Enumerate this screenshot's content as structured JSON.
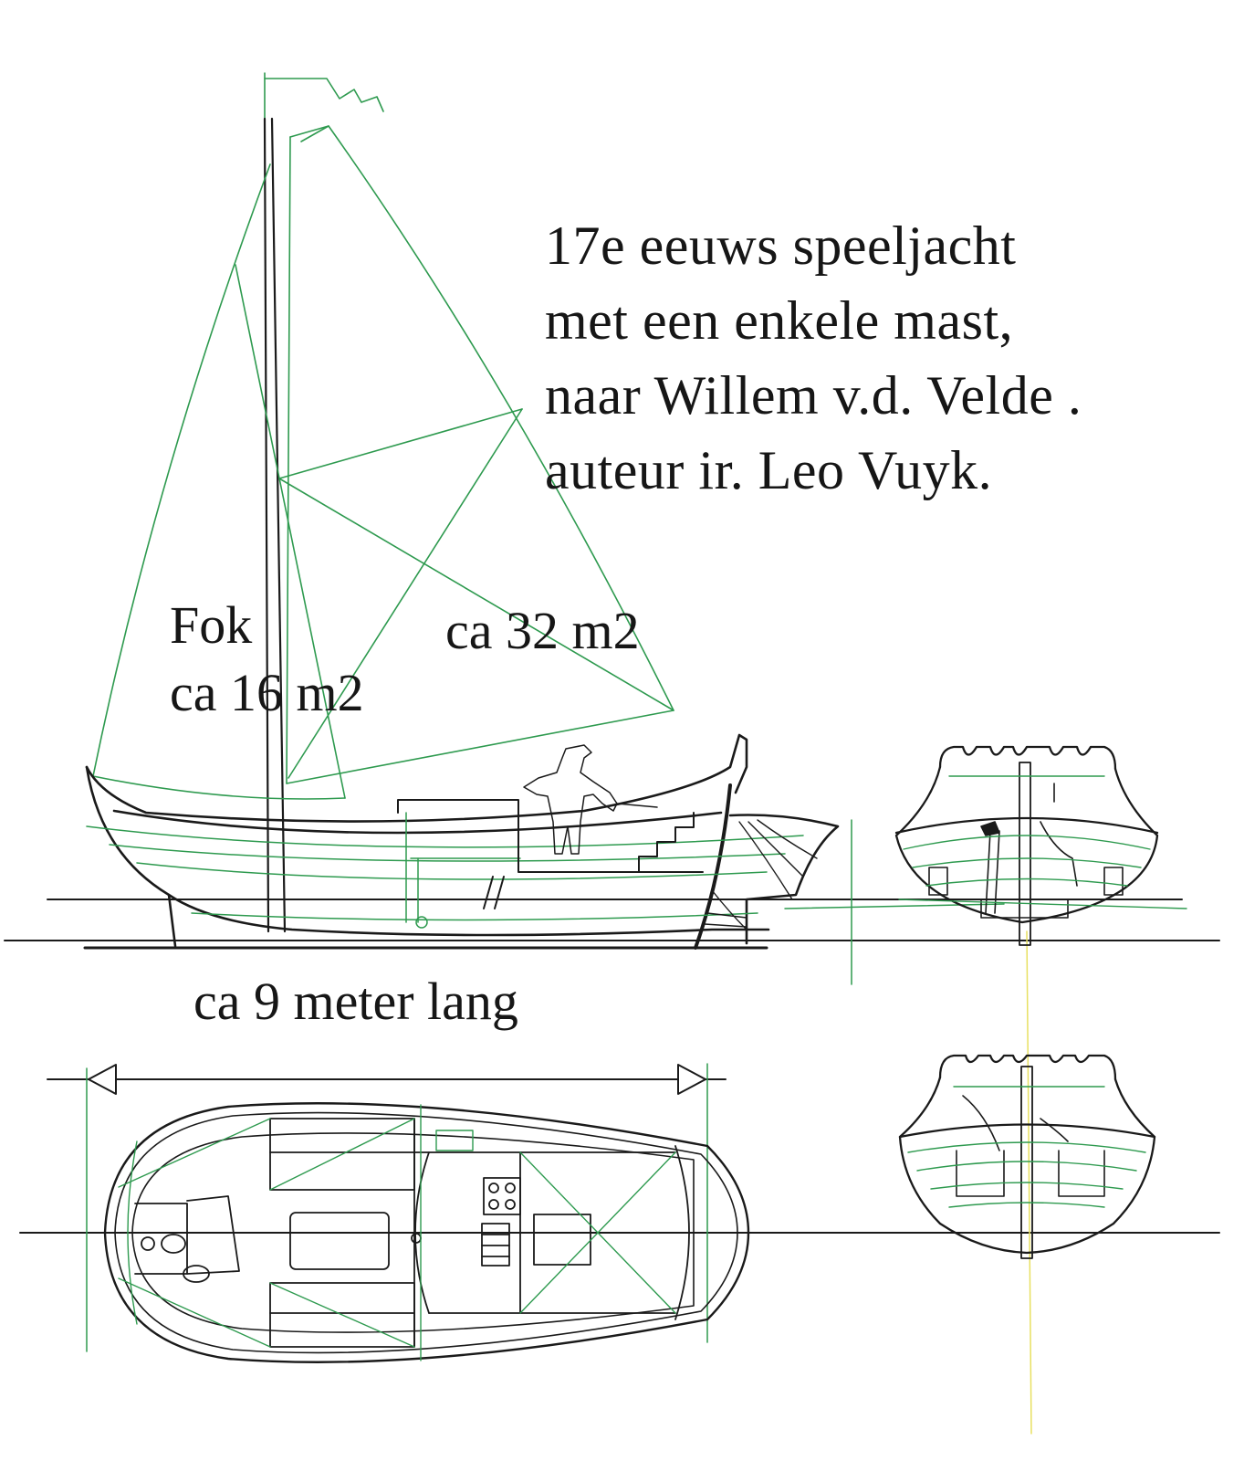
{
  "title_lines": [
    "17e eeuws speeljacht",
    "met een enkele mast,",
    "naar Willem v.d. Velde .",
    "auteur ir. Leo Vuyk."
  ],
  "sail_labels": {
    "jib_name": "Fok",
    "jib_area": "ca 16 m2",
    "mainsail_area": "ca 32 m2"
  },
  "dimension_label": "ca 9 meter lang",
  "colors": {
    "ink": "#1a1a1a",
    "construction_green": "#2e9a4f",
    "centerline_yellow": "#e8e060"
  },
  "views": [
    "side-elevation",
    "plan-view",
    "front-section",
    "rear-section"
  ]
}
